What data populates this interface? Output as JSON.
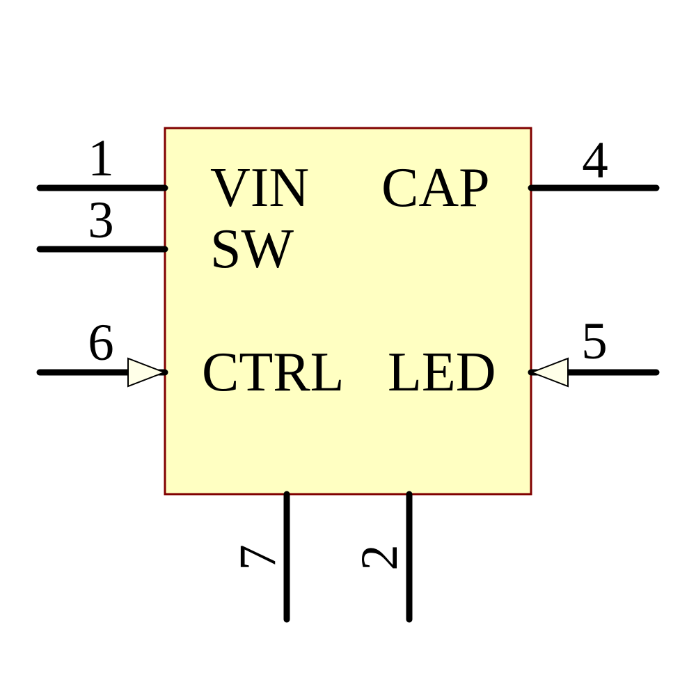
{
  "colors": {
    "background": "#FFFFFF",
    "body_fill": "#FFFFC2",
    "body_outline": "#800000",
    "pin_stroke": "#000000",
    "text": "#000000",
    "arrow_fill": "#FFFFE8",
    "arrow_outline": "#000000"
  },
  "symbol": {
    "kind": "ic-schematic-symbol",
    "pins": {
      "left": [
        {
          "number": "1",
          "name": "VIN"
        },
        {
          "number": "3",
          "name": "SW"
        },
        {
          "number": "6",
          "name": "CTRL",
          "style": "input-arrow"
        }
      ],
      "right": [
        {
          "number": "4",
          "name": "CAP"
        },
        {
          "number": "5",
          "name": "LED",
          "style": "input-arrow"
        }
      ],
      "bottom": [
        {
          "number": "7"
        },
        {
          "number": "2"
        }
      ]
    }
  }
}
